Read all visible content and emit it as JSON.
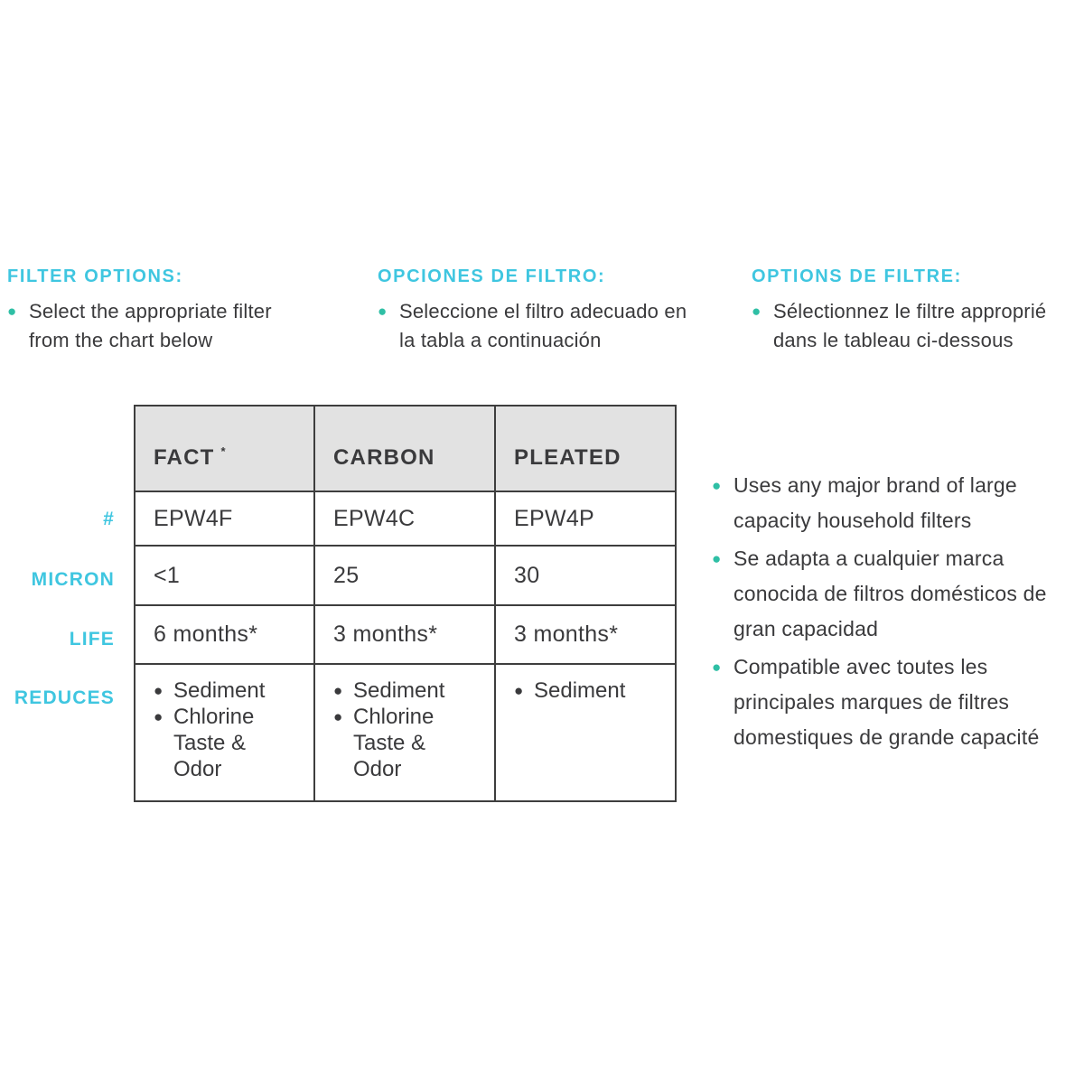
{
  "colors": {
    "accent_cyan": "#3fc6e0",
    "accent_teal": "#2fbfa5",
    "text": "#3a3a3c",
    "table_border": "#3e3e3e",
    "table_header_bg": "#e2e2e2"
  },
  "sections": [
    {
      "lang": "en",
      "heading": "FILTER OPTIONS:",
      "bullet": "Select the appropriate filter from the chart below"
    },
    {
      "lang": "es",
      "heading": "OPCIONES DE FILTRO:",
      "bullet": "Seleccione el filtro adecuado en la tabla a continuación"
    },
    {
      "lang": "fr",
      "heading": "OPTIONS DE FILTRE:",
      "bullet": "Sélectionnez le filtre approprié dans le tableau ci-dessous"
    }
  ],
  "table": {
    "columns": [
      {
        "name": "FACT",
        "mark": "*"
      },
      {
        "name": "CARBON"
      },
      {
        "name": "PLEATED"
      }
    ],
    "row_labels": [
      "#",
      "MICRON",
      "LIFE",
      "REDUCES"
    ],
    "rows": {
      "number": [
        "EPW4F",
        "EPW4C",
        "EPW4P"
      ],
      "micron": [
        "<1",
        "25",
        "30"
      ],
      "life": [
        "6 months*",
        "3 months*",
        "3 months*"
      ],
      "reduces": [
        [
          "Sediment",
          "Chlorine Taste & Odor"
        ],
        [
          "Sediment",
          "Chlorine Taste & Odor"
        ],
        [
          "Sediment"
        ]
      ]
    }
  },
  "right_bullets": [
    "Uses any major brand of large capacity household filters",
    "Se adapta a cualquier marca conocida de filtros domésticos de gran capacidad",
    "Compatible avec toutes les principales marques de filtres domestiques de grande capacité"
  ]
}
